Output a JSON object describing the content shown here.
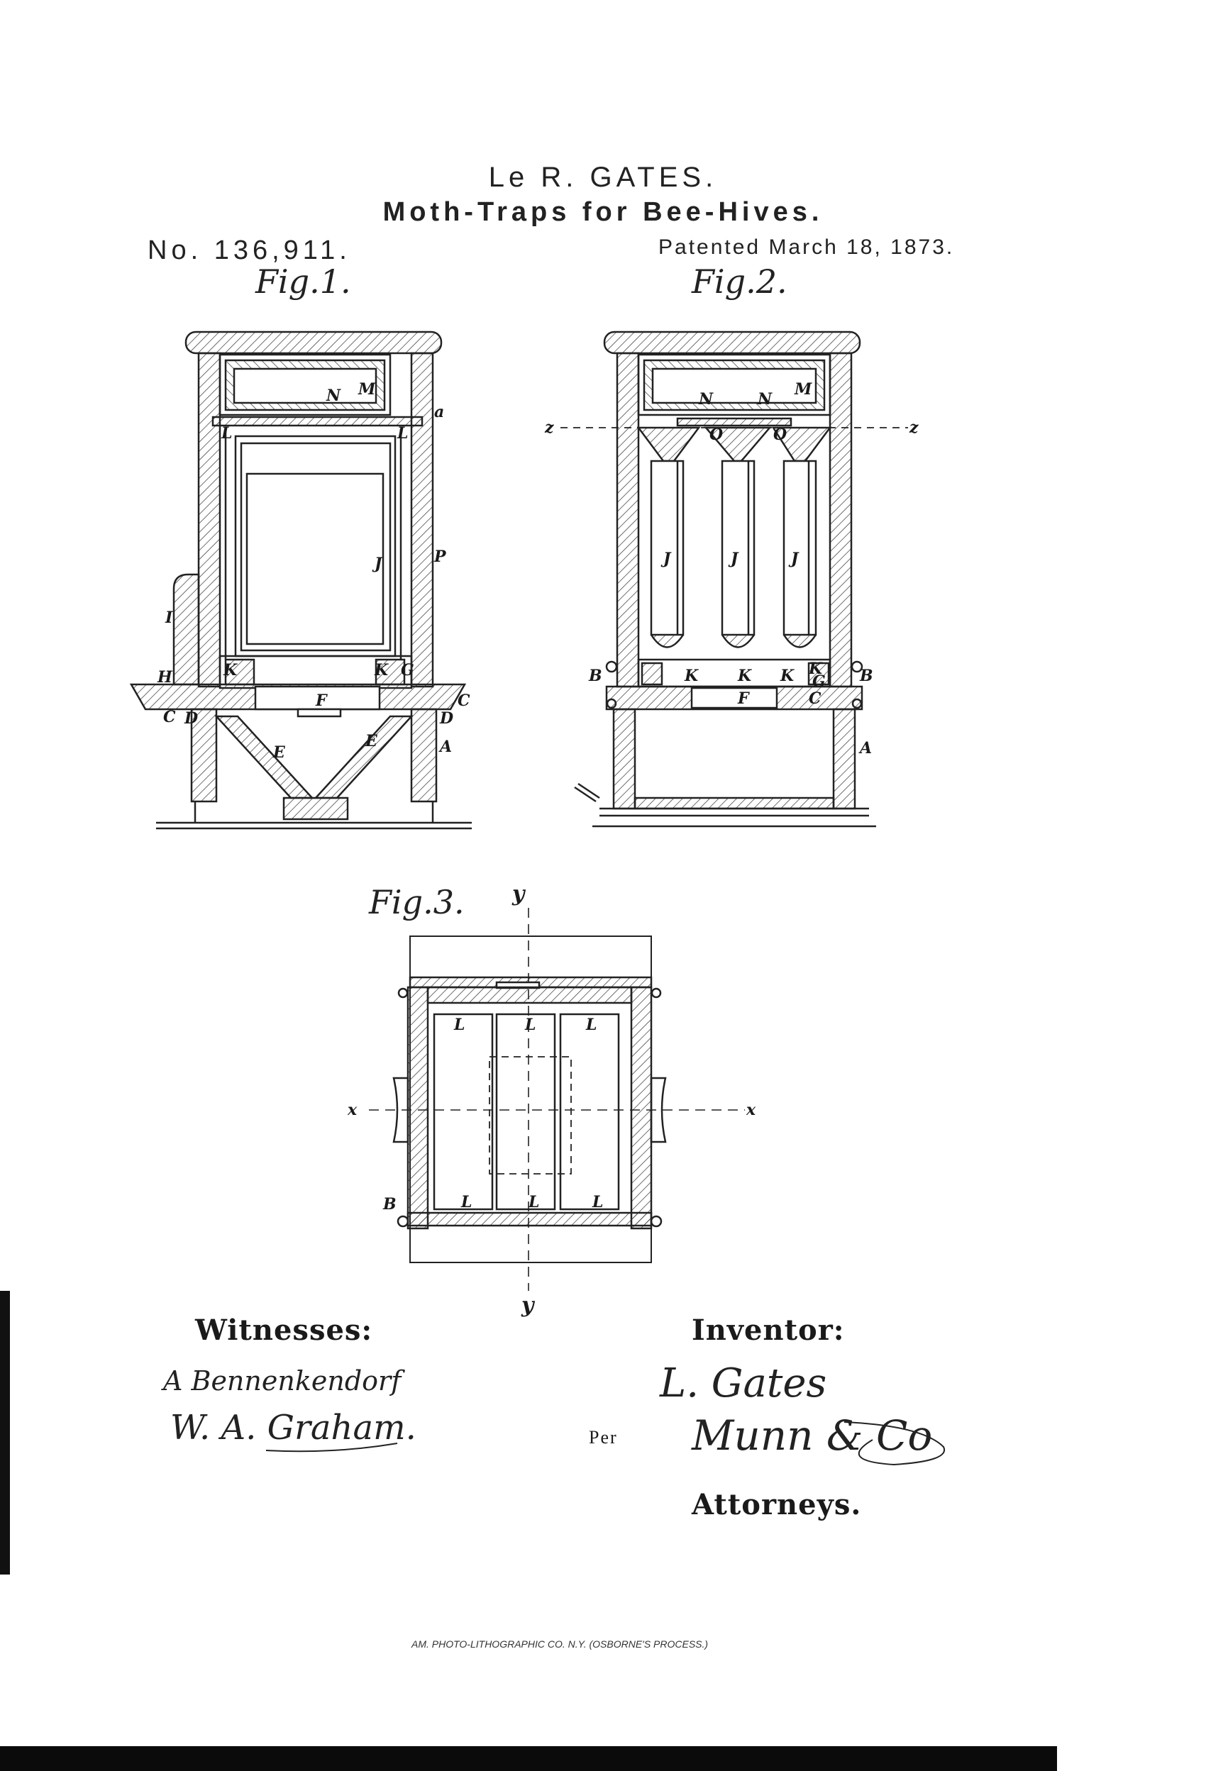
{
  "header": {
    "inventor_name": "Le R. GATES.",
    "title": "Moth-Traps for Bee-Hives.",
    "patent_number": "No. 136,911.",
    "patent_date": "Patented March 18, 1873."
  },
  "figures": {
    "fig1_label": "Fig.1.",
    "fig2_label": "Fig.2.",
    "fig3_label": "Fig.3."
  },
  "fig1_letters": [
    "N",
    "M",
    "a",
    "L",
    "L",
    "J",
    "P",
    "I",
    "H",
    "K",
    "K",
    "G",
    "C",
    "C",
    "D",
    "F",
    "D",
    "E",
    "E",
    "A"
  ],
  "fig2_letters": [
    "N",
    "N",
    "M",
    "z",
    "z",
    "O",
    "O",
    "J",
    "J",
    "J",
    "B",
    "K",
    "K",
    "K",
    "K",
    "G",
    "B",
    "F",
    "C",
    "A"
  ],
  "fig3_letters": [
    "y",
    "L",
    "L",
    "L",
    "x",
    "x",
    "B",
    "L",
    "L",
    "L",
    "y"
  ],
  "witnesses": {
    "heading": "Witnesses:",
    "names": [
      "A Bennenkendorf",
      "W. A. Graham."
    ]
  },
  "inventor": {
    "heading": "Inventor:",
    "signature": "L. Gates",
    "per_label": "Per",
    "attorney_signature": "Munn & Co",
    "attorneys_heading": "Attorneys."
  },
  "credit": "AM. PHOTO-LITHOGRAPHIC CO. N.Y. (OSBORNE'S PROCESS.)"
}
